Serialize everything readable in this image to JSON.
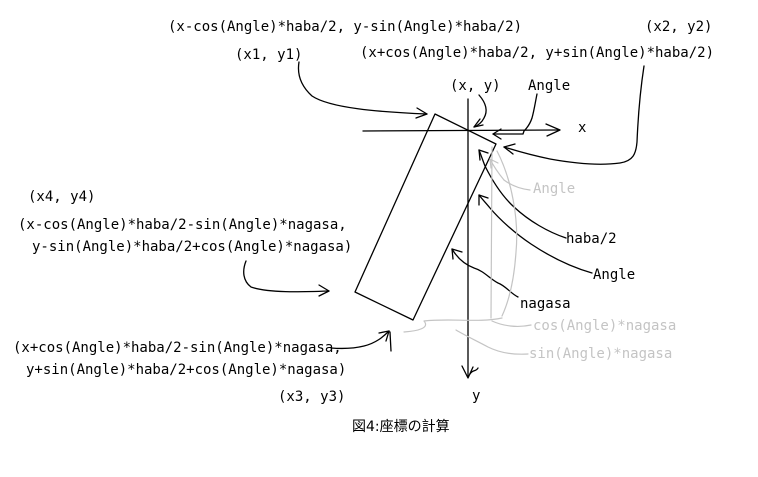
{
  "figure": {
    "caption": "図4:座標の計算",
    "colors": {
      "background": "#ffffff",
      "ink": "#000000",
      "ghost": "#c4c4c4"
    },
    "axes": {
      "x_label": "x",
      "y_label": "y"
    },
    "corner_labels": {
      "center": "(x, y)",
      "p1": "(x1, y1)",
      "p2": "(x2, y2)",
      "p3": "(x3, y3)",
      "p4": "(x4, y4)"
    },
    "formulas": {
      "p1": "(x-cos(Angle)*haba/2, y-sin(Angle)*haba/2)",
      "p2": "(x+cos(Angle)*haba/2, y+sin(Angle)*haba/2)",
      "p4_line1": "(x-cos(Angle)*haba/2-sin(Angle)*nagasa,",
      "p4_line2": "y-sin(Angle)*haba/2+cos(Angle)*nagasa)",
      "p3_line1": "(x+cos(Angle)*haba/2-sin(Angle)*nagasa,",
      "p3_line2": "y+sin(Angle)*haba/2+cos(Angle)*nagasa)"
    },
    "annotations": {
      "angle_top": "Angle",
      "angle_gray": "Angle",
      "angle_right": "Angle",
      "haba_half": "haba/2",
      "nagasa": "nagasa",
      "cos_nagasa": "cos(Angle)*nagasa",
      "sin_nagasa": "sin(Angle)*nagasa"
    }
  }
}
